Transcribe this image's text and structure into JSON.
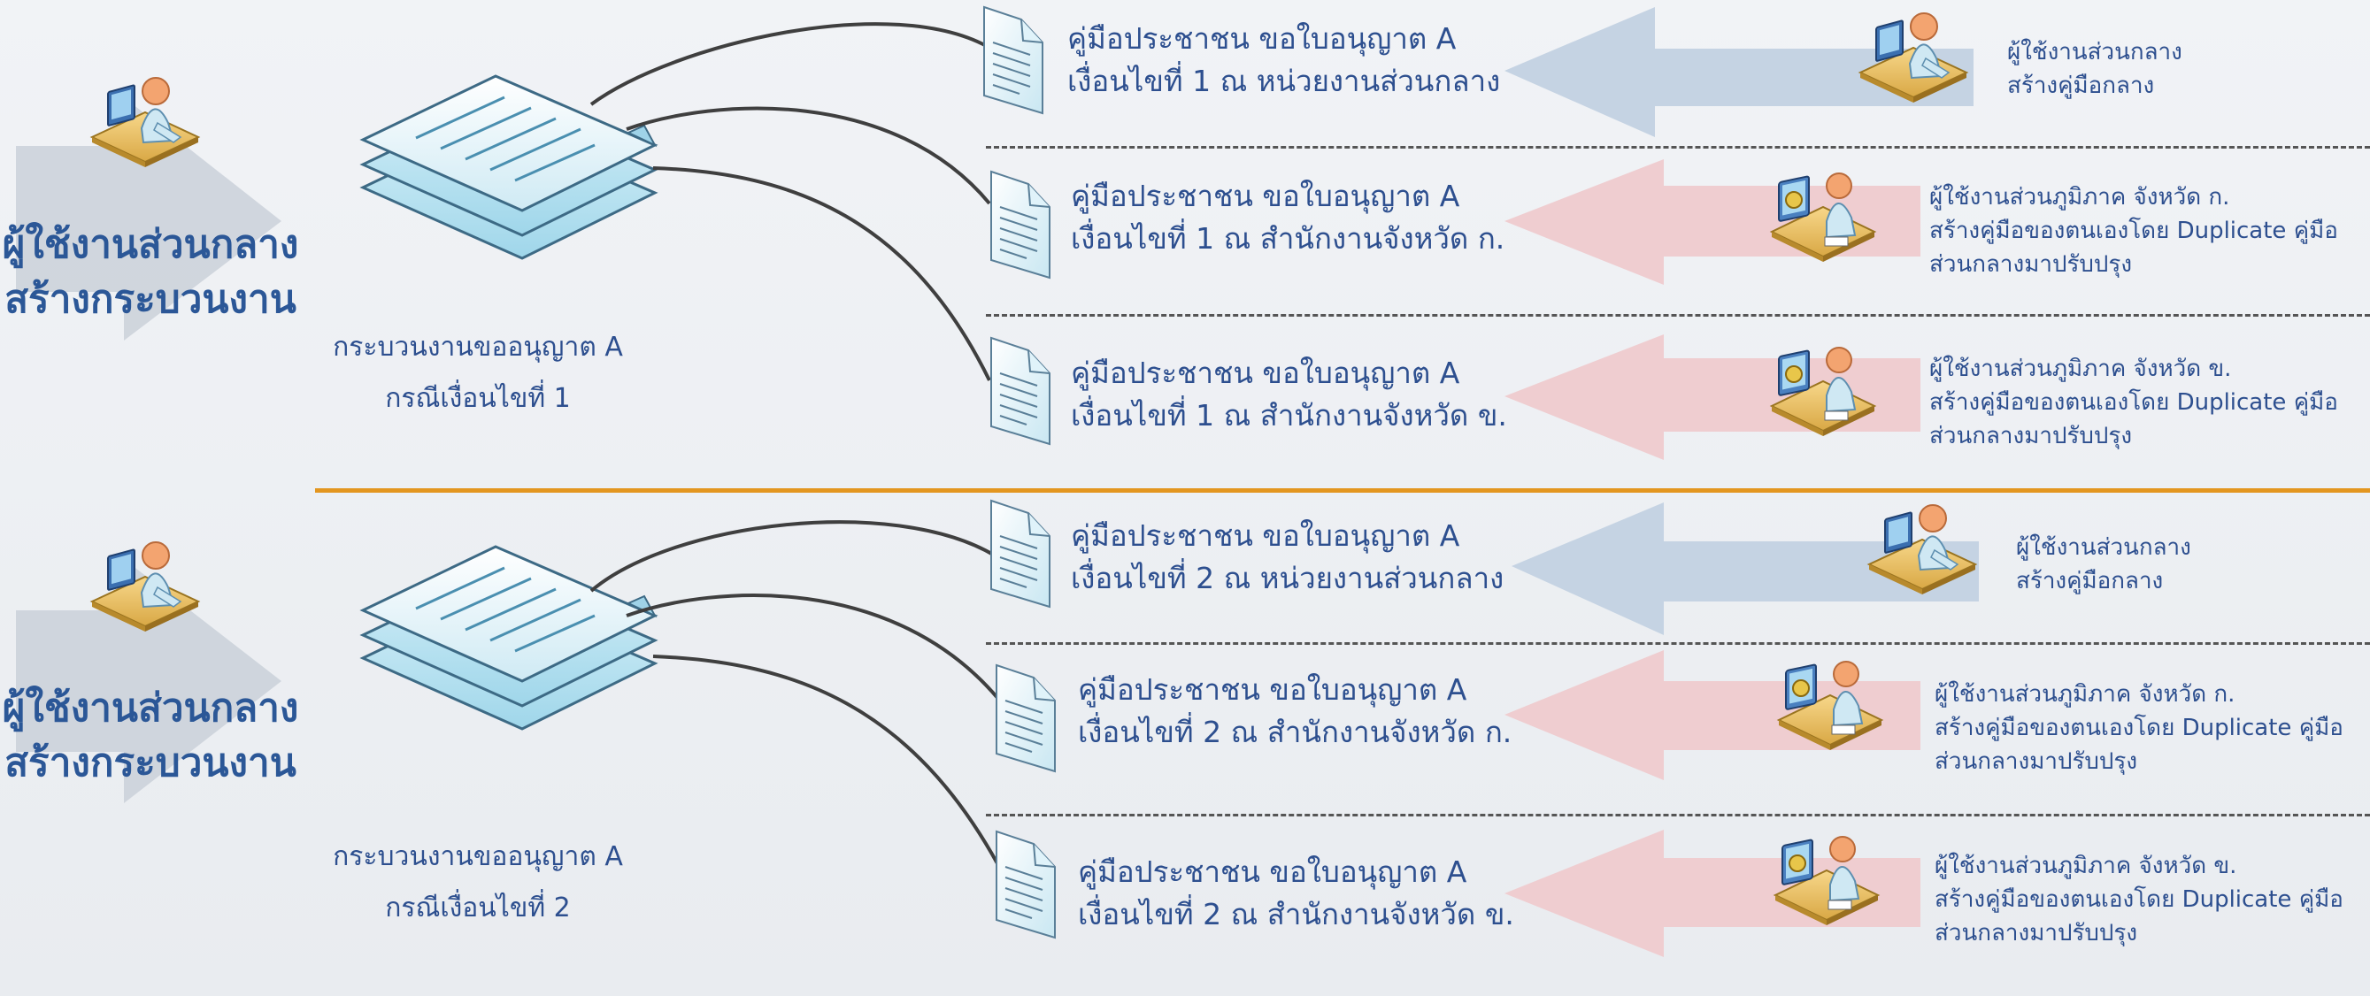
{
  "sections": [
    {
      "id": "case1",
      "left_label": "ผู้ใช้งานส่วนกลาง\nสร้างกระบวนงาน",
      "process_label": "กระบวนงานขออนุญาต A\nกรณีเงื่อนไขที่ 1",
      "rows": [
        {
          "manual": "คู่มือประชาชน ขอใบอนุญาต A\nเงื่อนไขที่ 1 ณ หน่วยงานส่วนกลาง",
          "user": "ผู้ใช้งานส่วนกลาง\nสร้างคู่มือกลาง",
          "kind": "central"
        },
        {
          "manual": "คู่มือประชาชน ขอใบอนุญาต A\nเงื่อนไขที่ 1 ณ สำนักงานจังหวัด ก.",
          "user": "ผู้ใช้งานส่วนภูมิภาค จังหวัด ก.\nสร้างคู่มือของตนเองโดย Duplicate คู่มือ\nส่วนกลางมาปรับปรุง",
          "kind": "regional"
        },
        {
          "manual": "คู่มือประชาชน ขอใบอนุญาต A\nเงื่อนไขที่ 1 ณ สำนักงานจังหวัด ข.",
          "user": "ผู้ใช้งานส่วนภูมิภาค จังหวัด ข.\nสร้างคู่มือของตนเองโดย Duplicate คู่มือ\nส่วนกลางมาปรับปรุง",
          "kind": "regional"
        }
      ]
    },
    {
      "id": "case2",
      "left_label": "ผู้ใช้งานส่วนกลาง\nสร้างกระบวนงาน",
      "process_label": "กระบวนงานขออนุญาต A\nกรณีเงื่อนไขที่ 2",
      "rows": [
        {
          "manual": "คู่มือประชาชน ขอใบอนุญาต A\nเงื่อนไขที่ 2 ณ หน่วยงานส่วนกลาง",
          "user": "ผู้ใช้งานส่วนกลาง\nสร้างคู่มือกลาง",
          "kind": "central"
        },
        {
          "manual": "คู่มือประชาชน ขอใบอนุญาต A\nเงื่อนไขที่ 2 ณ สำนักงานจังหวัด ก.",
          "user": "ผู้ใช้งานส่วนภูมิภาค จังหวัด ก.\nสร้างคู่มือของตนเองโดย Duplicate คู่มือ\nส่วนกลางมาปรับปรุง",
          "kind": "regional"
        },
        {
          "manual": "คู่มือประชาชน ขอใบอนุญาต A\nเงื่อนไขที่ 2 ณ สำนักงานจังหวัด ข.",
          "user": "ผู้ใช้งานส่วนภูมิภาค จังหวัด ข.\nสร้างคู่มือของตนเองโดย Duplicate คู่มือ\nส่วนกลางมาปรับปรุง",
          "kind": "regional"
        }
      ]
    }
  ],
  "colors": {
    "text": "#2d4f8f",
    "central_arrow": "#c5d3e3",
    "regional_arrow": "#efcdd0",
    "divider": "#e3961f",
    "doc_fill": "#bfe6f2"
  }
}
